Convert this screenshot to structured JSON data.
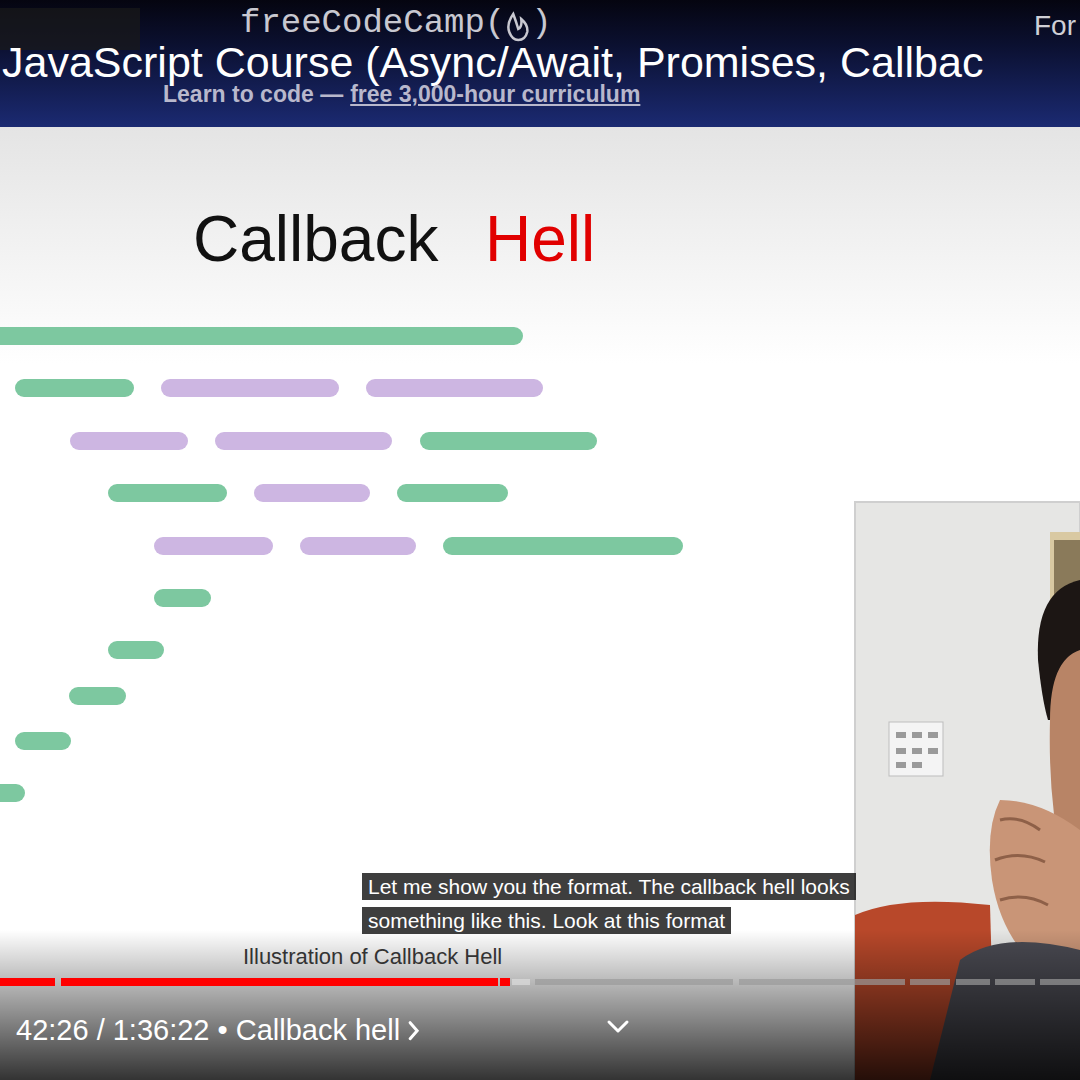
{
  "diagram": {
    "labels": [
      "freeCodeCamp(",
      ")",
      "For",
      "JavaScript Course (Async/Await, Promises, Callbac",
      "Learn to code —",
      "free 3,000-hour curriculum",
      "Callback",
      "Hell",
      "Illustration of Callback Hell",
      "Let me show you the format. The callback hell looks something like this. Look at this format",
      "42:26 / 1:36:22",
      "• Callback hell"
    ]
  }
}
